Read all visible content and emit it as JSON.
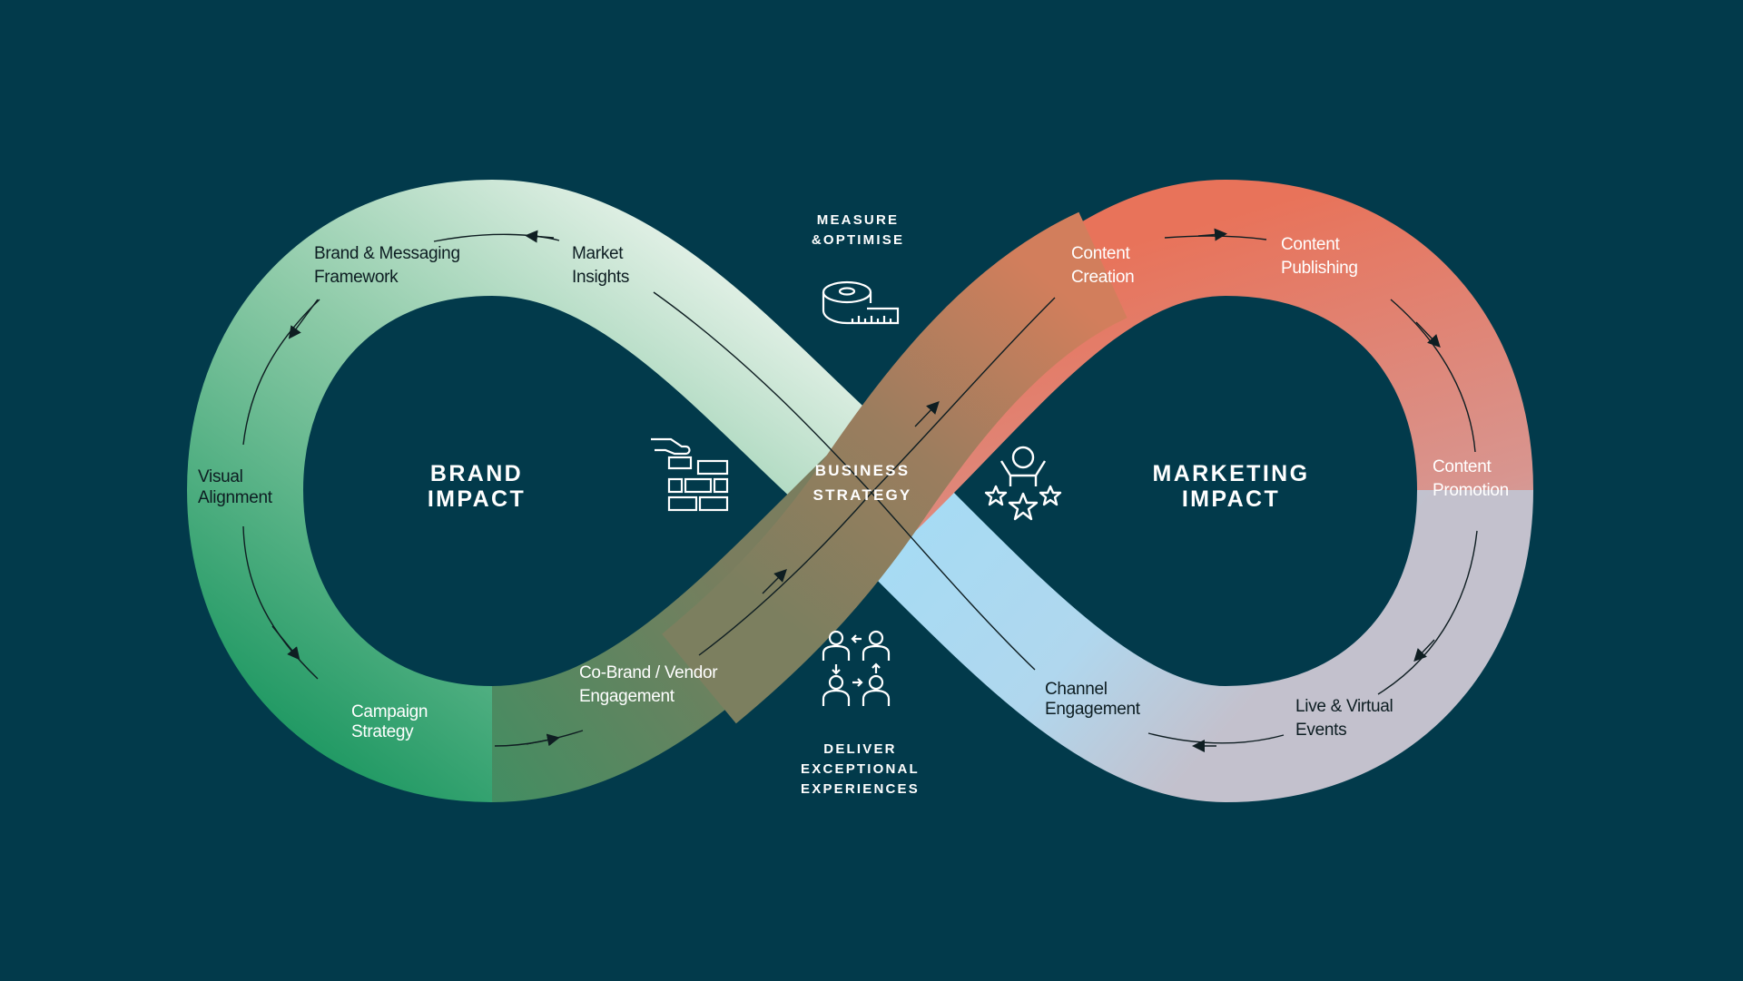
{
  "colors": {
    "background": "#023a4b",
    "brand_gradient_light": "#e2f0e5",
    "brand_gradient_dark": "#1f9a64",
    "marketing_gradient_top": "#e8735a",
    "marketing_gradient_bottom": "#b8c2d0",
    "channel_blue": "#a8dcf4"
  },
  "diagram": {
    "brand_impact": {
      "line1": "BRAND",
      "line2": "IMPACT"
    },
    "marketing_impact": {
      "line1": "MARKETING",
      "line2": "IMPACT"
    },
    "business_strategy": {
      "line1": "BUSINESS",
      "line2": "STRATEGY"
    },
    "measure": {
      "line1": "MEASURE",
      "line2": "&OPTIMISE",
      "icon": "tape-measure-icon"
    },
    "deliver": {
      "line1": "DELIVER",
      "line2": "EXCEPTIONAL",
      "line3": "EXPERIENCES",
      "icon": "team-exchange-icon"
    },
    "brand_icon": "bricks-building-icon",
    "marketing_icon": "celebrating-person-stars-icon",
    "steps": {
      "brand_messaging": {
        "line1": "Brand & Messaging",
        "line2": "Framework"
      },
      "market_insights": {
        "line1": "Market",
        "line2": "Insights"
      },
      "visual_alignment": {
        "line1": "Visual",
        "line2": "Alignment"
      },
      "campaign_strategy": {
        "line1": "Campaign",
        "line2": "Strategy"
      },
      "co_brand": {
        "line1": "Co-Brand / Vendor",
        "line2": "Engagement"
      },
      "content_creation": {
        "line1": "Content",
        "line2": "Creation"
      },
      "content_publishing": {
        "line1": "Content",
        "line2": "Publishing"
      },
      "content_promotion": {
        "line1": "Content",
        "line2": "Promotion"
      },
      "live_events": {
        "line1": "Live & Virtual",
        "line2": "Events"
      },
      "channel_engagement": {
        "line1": "Channel",
        "line2": "Engagement"
      }
    }
  }
}
